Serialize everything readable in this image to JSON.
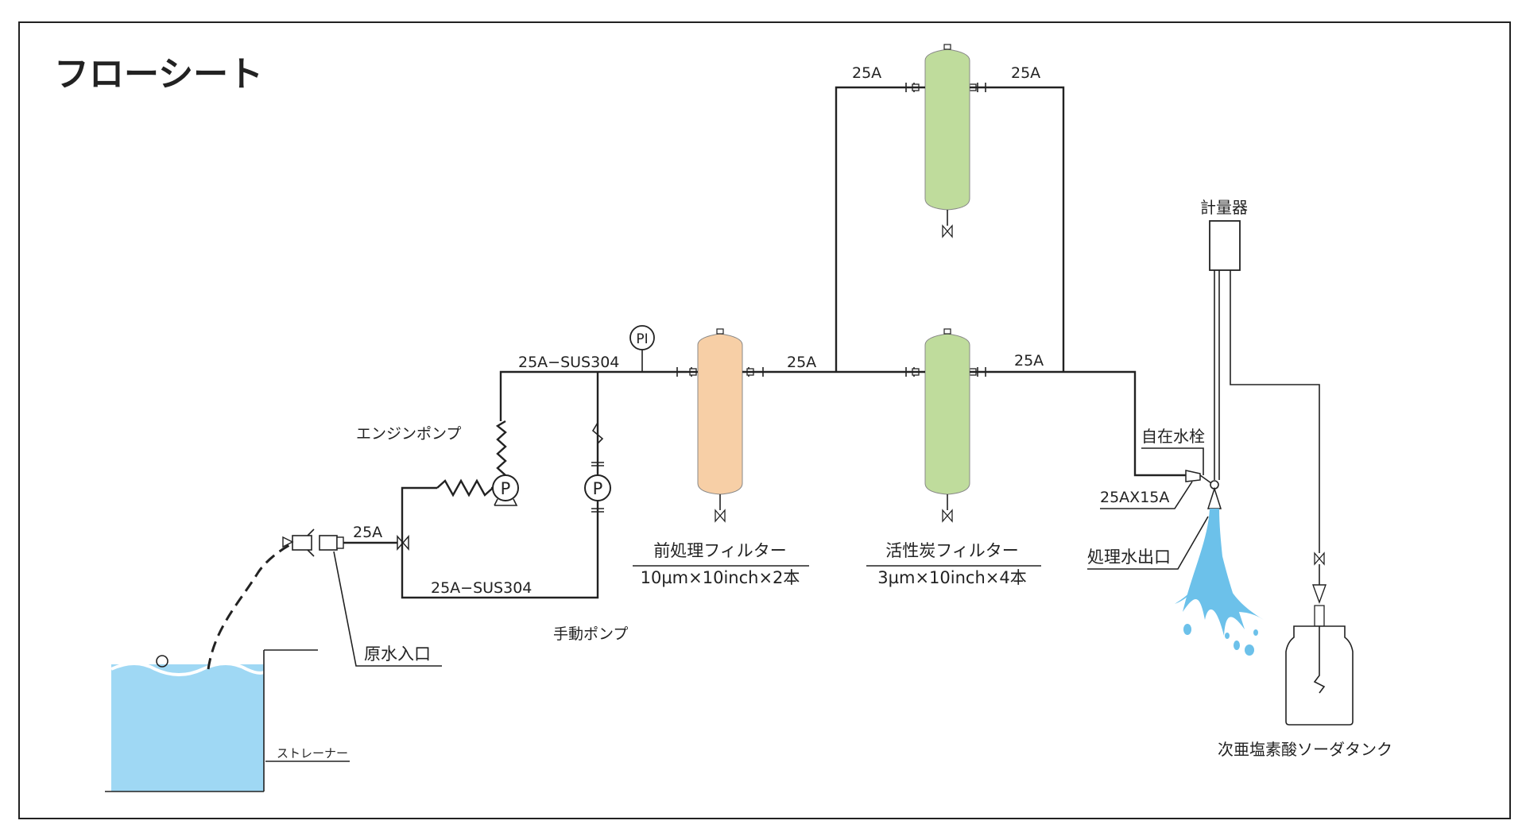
{
  "title": "フローシート",
  "labels": {
    "pipe_25a_sus304_top": "25A−SUS304",
    "pipe_25a_sus304_bottom": "25A−SUS304",
    "pipe_25a_inlet": "25A",
    "pipe_25a_mid": "25A",
    "pipe_25a_carbon_left_top": "25A",
    "pipe_25a_carbon_right_top": "25A",
    "pipe_25a_carbon_right_bottom": "25A",
    "pi_gauge": "PI",
    "engine_pump": "エンジンポンプ",
    "manual_pump": "手動ポンプ",
    "raw_water_inlet": "原水入口",
    "strainer": "ストレーナー",
    "prefilter_name": "前処理フィルター",
    "prefilter_spec": "10µm×10inch×2本",
    "carbon_filter_name": "活性炭フィルター",
    "carbon_filter_spec": "3µm×10inch×4本",
    "meter": "計量器",
    "faucet": "自在水栓",
    "reducer": "25AX15A",
    "treated_outlet": "処理水出口",
    "hypochlorite_tank": "次亜塩素酸ソーダタンク",
    "pump_symbol": "P"
  },
  "colors": {
    "prefilter": "#F7CFA6",
    "carbon_filter": "#BFDC9C",
    "water": "#9FD8F4",
    "spray": "#6CC1EA",
    "line": "#222222"
  }
}
